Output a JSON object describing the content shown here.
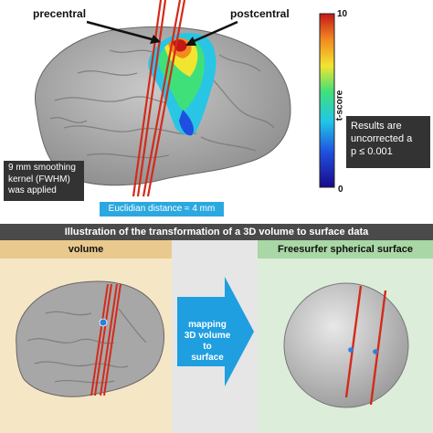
{
  "labels": {
    "precentral": "precentral",
    "postcentral": "postcentral"
  },
  "colorbar": {
    "title": "t-score",
    "max_label": "10",
    "min_label": "0"
  },
  "boxes": {
    "results": [
      "Results are",
      "uncorrected a",
      "p ≤ 0.001"
    ],
    "kernel": [
      "9 mm smoothing",
      "kernel (FWHM)",
      "was applied"
    ],
    "euclid": "Euclidian distance ≈ 4 mm"
  },
  "bottom": {
    "title": "Illustration of the transformation of a 3D volume to surface data",
    "volume_header": "volume",
    "surface_header": "Freesurfer spherical surface",
    "arrow_lines": [
      "mapping",
      "3D volume",
      "to",
      "surface"
    ]
  },
  "colors": {
    "line_red": "#d42a1a",
    "arrow_blue": "#1f9ee0",
    "box_dark": "#333333",
    "euclid_blue": "#2ba8e0"
  }
}
